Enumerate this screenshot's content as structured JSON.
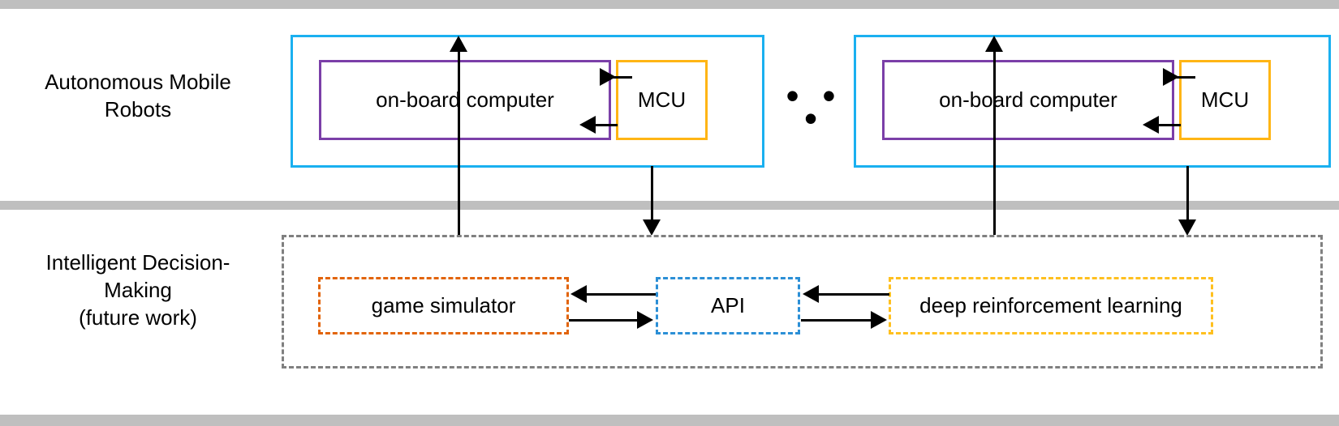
{
  "diagram": {
    "title": "Autonomous Mobile Robots and Intelligent Decision-Making architecture",
    "colors": {
      "robot_group_border": "#1ab0f0",
      "on_board_computer_border": "#7b3fa8",
      "mcu_border": "#ffb515",
      "container_border": "#808080",
      "game_simulator_border": "#e2640a",
      "api_border": "#2b8fd6",
      "drl_border": "#ffc01f",
      "arrow": "#000000",
      "separator_bar": "#bfbfbf",
      "background": "#ffffff"
    },
    "rows": [
      {
        "id": "robots",
        "label": "Autonomous Mobile\nRobots"
      },
      {
        "id": "decision",
        "label": "Intelligent Decision-\nMaking\n(future work)"
      }
    ],
    "robot_groups": [
      {
        "id": "robot-1",
        "on_board_computer_label": "on-board computer",
        "mcu_label": "MCU"
      },
      {
        "id": "robot-2",
        "on_board_computer_label": "on-board computer",
        "mcu_label": "MCU"
      }
    ],
    "ellipsis": "• • •",
    "decision_blocks": [
      {
        "id": "game-simulator",
        "label": "game simulator"
      },
      {
        "id": "api",
        "label": "API"
      },
      {
        "id": "deep-reinforcement-learning",
        "label": "deep reinforcement learning"
      }
    ]
  }
}
